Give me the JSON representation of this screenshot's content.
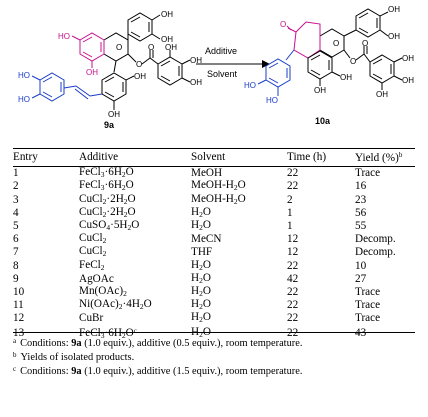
{
  "scheme": {
    "arrow_top_label": "Additive",
    "arrow_bottom_label": "Solvent",
    "start_compound": "9a",
    "product_compound": "10a",
    "labels": {
      "oh": "OH",
      "ho": "HO",
      "o": "O"
    }
  },
  "table": {
    "headers": {
      "entry": "Entry",
      "additive": "Additive",
      "solvent": "Solvent",
      "time": "Time (h)",
      "yield": "Yield (%)",
      "yield_mark": "b"
    },
    "rows": [
      {
        "entry": "1",
        "additive": "FeCl3·6H2O",
        "solvent": "MeOH",
        "time": "22",
        "yield": "Trace"
      },
      {
        "entry": "2",
        "additive": "FeCl3·6H2O",
        "solvent": "MeOH-H2O",
        "time": "22",
        "yield": "16"
      },
      {
        "entry": "3",
        "additive": "CuCl2·2H2O",
        "solvent": "MeOH-H2O",
        "time": "2",
        "yield": "23"
      },
      {
        "entry": "4",
        "additive": "CuCl2·2H2O",
        "solvent": "H2O",
        "time": "1",
        "yield": "56"
      },
      {
        "entry": "5",
        "additive": "CuSO4·5H2O",
        "solvent": "H2O",
        "time": "1",
        "yield": "55"
      },
      {
        "entry": "6",
        "additive": "CuCl2",
        "solvent": "MeCN",
        "time": "12",
        "yield": "Decomp."
      },
      {
        "entry": "7",
        "additive": "CuCl2",
        "solvent": "THF",
        "time": "12",
        "yield": "Decomp."
      },
      {
        "entry": "8",
        "additive": "FeCl2",
        "solvent": "H2O",
        "time": "22",
        "yield": "10"
      },
      {
        "entry": "9",
        "additive": "AgOAc",
        "solvent": "H2O",
        "time": "42",
        "yield": "27"
      },
      {
        "entry": "10",
        "additive": "Mn(OAc)2",
        "solvent": "H2O",
        "time": "22",
        "yield": "Trace"
      },
      {
        "entry": "11",
        "additive": "Ni(OAc)2·4H2O",
        "solvent": "H2O",
        "time": "22",
        "yield": "Trace"
      },
      {
        "entry": "12",
        "additive": "CuBr",
        "solvent": "H2O",
        "time": "22",
        "yield": "Trace"
      },
      {
        "entry": "13",
        "additive": "FeCl3·6H2O",
        "additive_mark": "c",
        "solvent": "H2O",
        "time": "22",
        "yield": "43"
      }
    ]
  },
  "footnotes": [
    {
      "mark": "a",
      "pre": "Conditions: ",
      "bold": "9a",
      "post": " (1.0 equiv.), additive (0.5 equiv.), room temperature."
    },
    {
      "mark": "b",
      "pre": "Yields of isolated products.",
      "bold": "",
      "post": ""
    },
    {
      "mark": "c",
      "pre": "Conditions: ",
      "bold": "9a",
      "post": " (1.0 equiv.), additive (1.5 equiv.), room temperature."
    }
  ],
  "colors": {
    "magenta": "#c8108f",
    "blue": "#1a3cc8",
    "black": "#000000"
  }
}
